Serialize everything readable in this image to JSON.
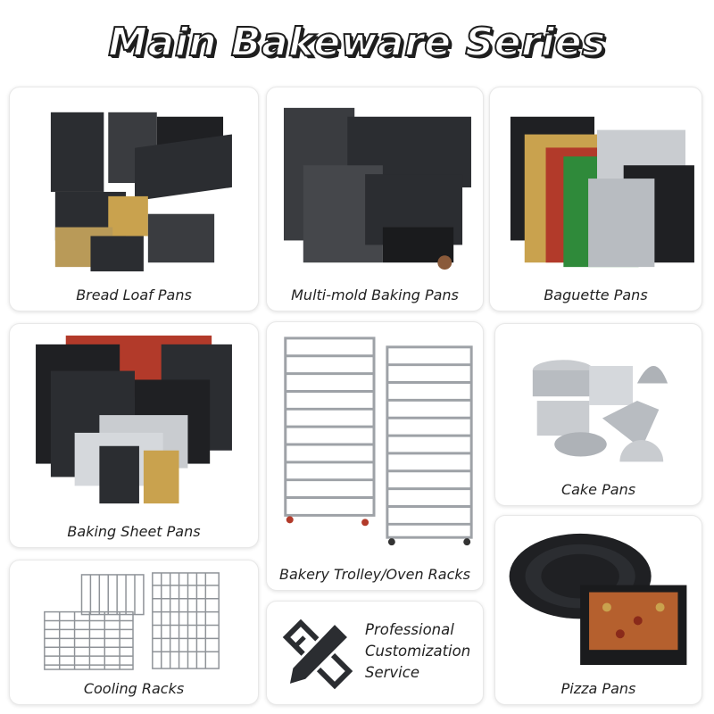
{
  "header": {
    "title": "Main Bakeware Series"
  },
  "products": {
    "bread_loaf": {
      "label": "Bread Loaf Pans"
    },
    "multi_mold": {
      "label": "Multi-mold Baking Pans"
    },
    "baguette": {
      "label": "Baguette Pans"
    },
    "sheet": {
      "label": "Baking Sheet Pans"
    },
    "trolley": {
      "label": "Bakery Trolley/Oven Racks"
    },
    "cake": {
      "label": "Cake Pans"
    },
    "cooling": {
      "label": "Cooling Racks"
    },
    "pizza": {
      "label": "Pizza Pans"
    }
  },
  "customization": {
    "lines": [
      "Professional",
      "Customization",
      "Service"
    ]
  },
  "colors": {
    "dark_pan": "#2b2d31",
    "aluminum": "#c9ccd0",
    "gold": "#c9a24e",
    "red": "#b23a2a",
    "green": "#2f8a3a"
  }
}
